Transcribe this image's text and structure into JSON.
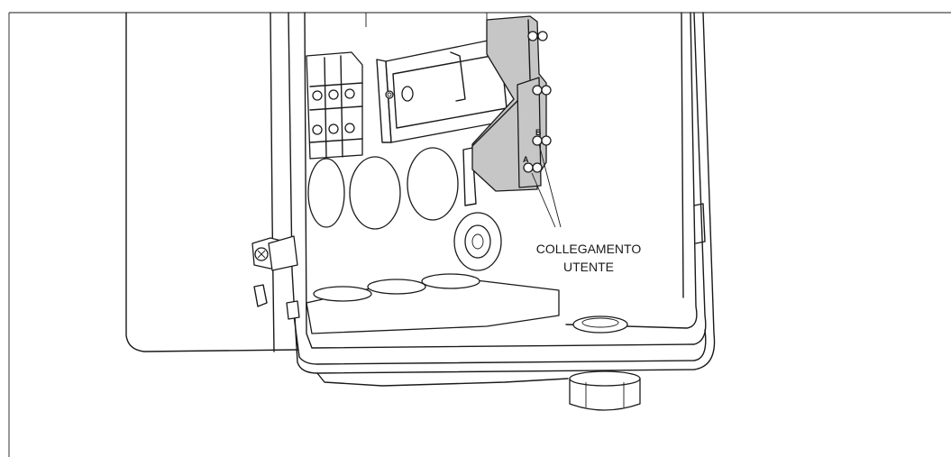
{
  "callout": {
    "line1": "COLLEGAMENTO",
    "line2": "UTENTE"
  },
  "terminals": {
    "a": "A",
    "b": "B"
  },
  "colors": {
    "stroke": "#1a1a1a",
    "module_fill": "#c6c6c6",
    "background": "#ffffff"
  }
}
